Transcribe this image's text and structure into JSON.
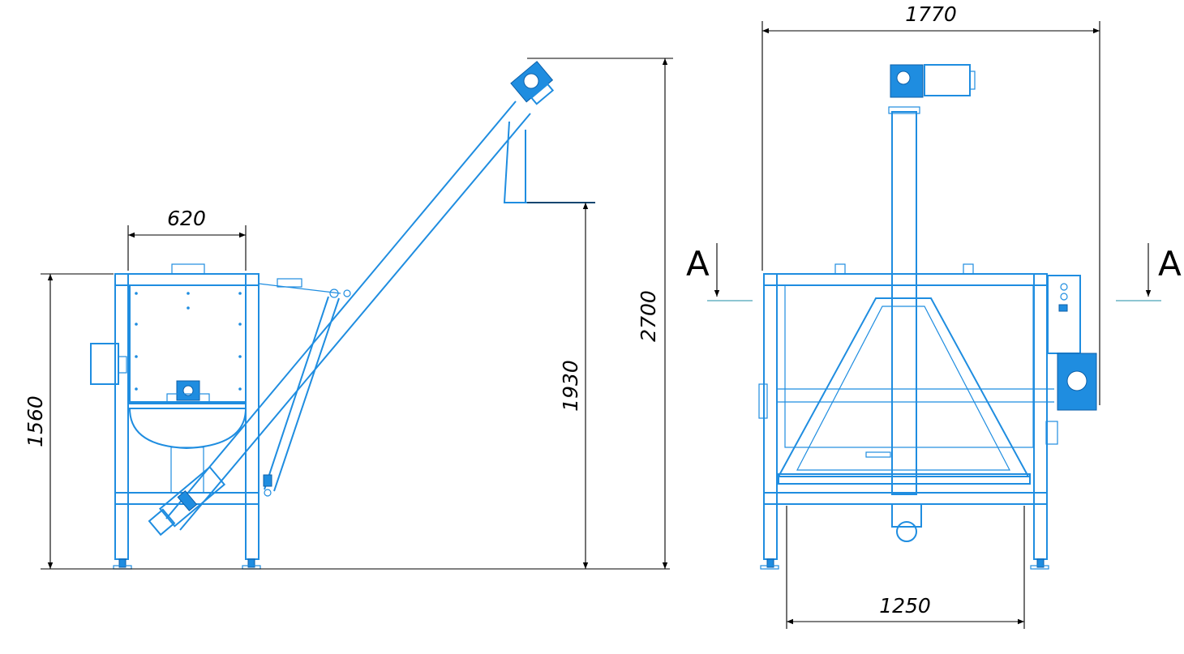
{
  "dimensions": {
    "top_width": "620",
    "left_height": "1560",
    "discharge_height": "1930",
    "total_height": "2700",
    "overall_width": "1770",
    "frame_width": "1250"
  },
  "section": {
    "left_label": "A",
    "right_label": "A"
  },
  "colors": {
    "drawing": "#1f8de0",
    "dimension": "#000000",
    "section_line": "#4aa3b8"
  }
}
